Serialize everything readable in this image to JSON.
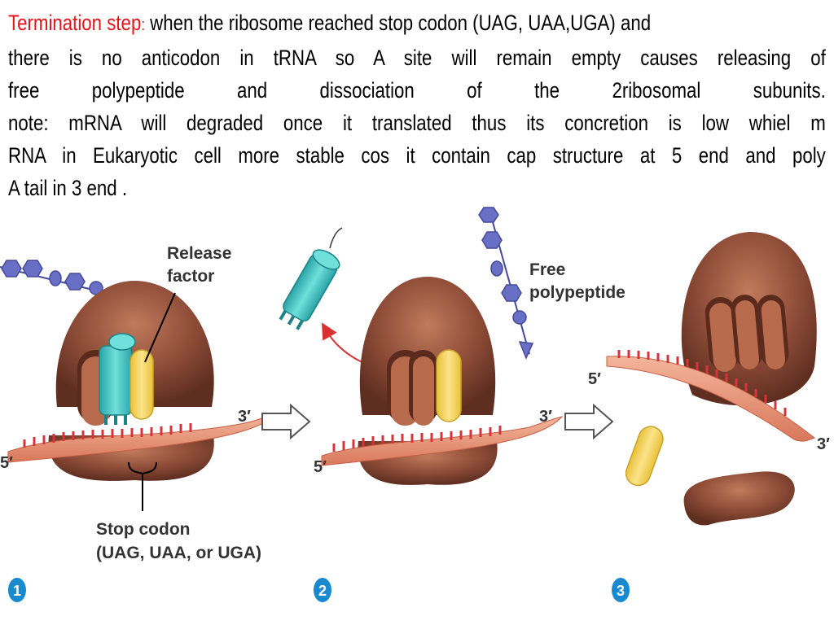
{
  "text": {
    "heading": "Termination step",
    "heading_colon": ":",
    "line1_rest": " when the ribosome reached stop codon (UAG, UAA,UGA) and",
    "line2": "there is no anticodon in tRNA so A site  will remain empty causes releasing of",
    "line3": "free polypeptide and dissociation of the 2ribosomal subunits.",
    "line4": "note: mRNA  will degraded once it translated thus its concretion is low whiel m",
    "line5": "RNA in Eukaryotic cell more stable cos it contain cap structure at 5 end and poly",
    "line6": "A tail in 3 end ."
  },
  "diagram": {
    "release_factor_label_1": "Release",
    "release_factor_label_2": "factor",
    "free_polypeptide_label_1": "Free",
    "free_polypeptide_label_2": "polypeptide",
    "stop_codon_label_1": "Stop codon",
    "stop_codon_label_2": "(UAG, UAA, or UGA)",
    "five_prime": "5′",
    "three_prime": "3′",
    "step_numbers": [
      "1",
      "2",
      "3"
    ]
  },
  "colors": {
    "heading": "#e5141b",
    "ribosome": "#8b4a36",
    "mrna": "#e8967a",
    "trna": "#3fc1c0",
    "release_factor": "#f6d55c",
    "polypeptide": "#6a6fc6",
    "step_badge": "#1a8ad0"
  }
}
